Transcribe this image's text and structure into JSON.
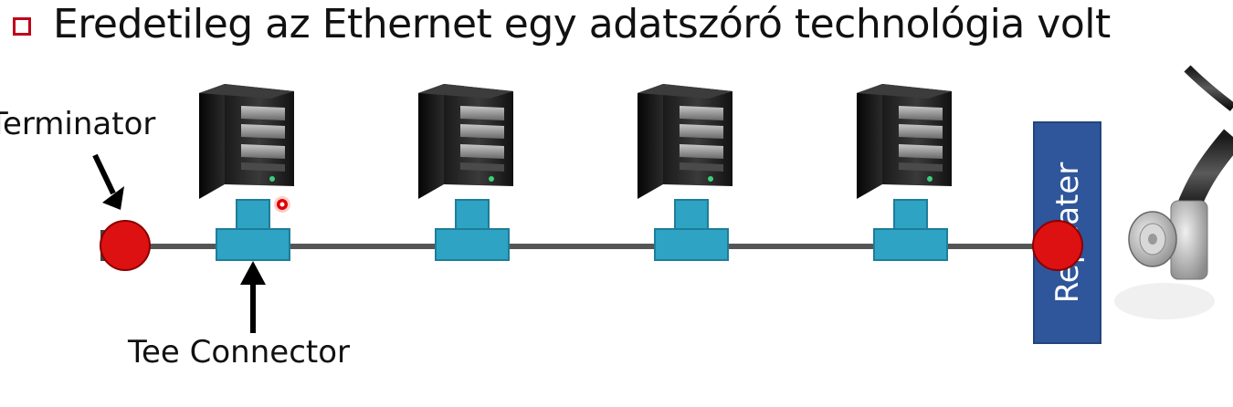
{
  "title": "Eredetileg az Ethernet egy adatszóró technológia volt",
  "labels": {
    "terminator": "Terminator",
    "tee_connector": "Tee Connector",
    "repeater": "Repeater"
  },
  "computer_count": 4,
  "colors": {
    "bullet": "#c0001a",
    "terminator": "#dd1111",
    "tee": "#2ea3c3",
    "repeater": "#2f559b",
    "cable": "#555555"
  }
}
